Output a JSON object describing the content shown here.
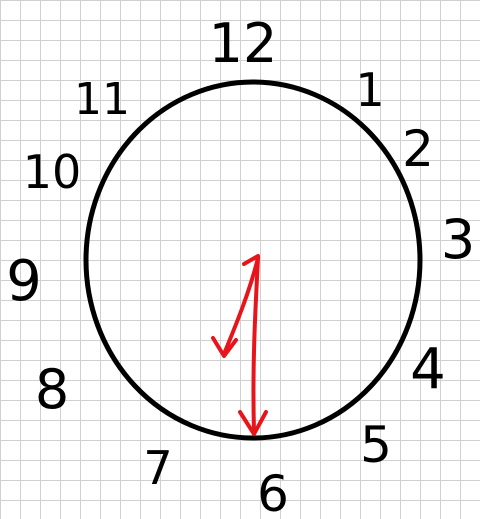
{
  "clock": {
    "numbers": {
      "n12": "12",
      "n1": "1",
      "n2": "2",
      "n3": "3",
      "n4": "4",
      "n5": "5",
      "n6": "6",
      "n7": "7",
      "n8": "8",
      "n9": "9",
      "n10": "10",
      "n11": "11"
    },
    "hands": {
      "hour_value": 6,
      "minute_value": 30
    },
    "colors": {
      "face": "#000000",
      "hands": "#e8141c",
      "grid": "#d0d0d0"
    }
  }
}
